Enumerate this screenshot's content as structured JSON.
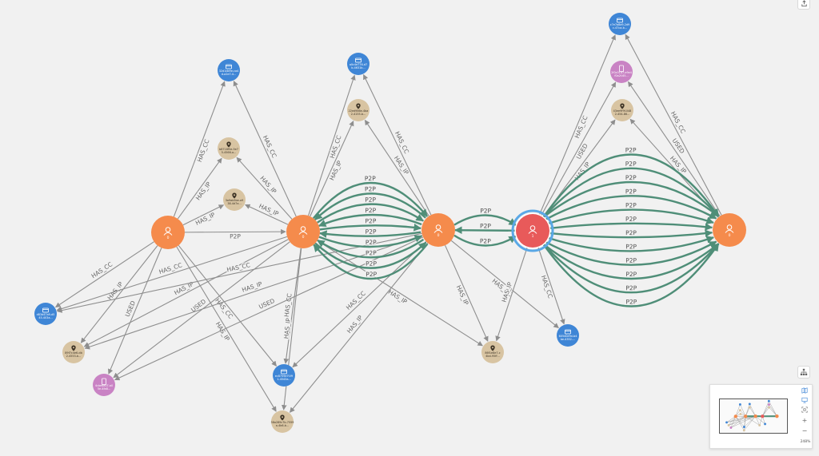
{
  "colors": {
    "person": "#f58b4c",
    "person_selected": "#e85a5a",
    "selected_ring": "#5aa8e6",
    "credit_card": "#3f86d6",
    "ip_address": "#d8c4a2",
    "device": "#c983c4",
    "edge_default": "#8e8e8e",
    "edge_p2p": "#4f8e78"
  },
  "icons": {
    "person": "person-icon",
    "credit_card": "credit-card-icon",
    "ip_address": "location-pin-icon",
    "device": "phone-icon"
  },
  "graph": {
    "nodes": [
      {
        "id": "p0",
        "type": "person",
        "caption": "0"
      },
      {
        "id": "p1",
        "type": "person",
        "caption": "0"
      },
      {
        "id": "p2",
        "type": "person",
        "caption": "0"
      },
      {
        "id": "p3",
        "type": "person",
        "caption": "1",
        "selected": true
      },
      {
        "id": "p4",
        "type": "person",
        "caption": "0"
      },
      {
        "id": "cc1",
        "type": "credit_card",
        "caption": "32d1db9e-ca4 d-a2e7-4..."
      },
      {
        "id": "cc2",
        "type": "credit_card",
        "caption": "a0c4e776-d7 b-4631b..."
      },
      {
        "id": "cc3",
        "type": "credit_card",
        "caption": "c7e7a8a9-2d9 c-47ca-b..."
      },
      {
        "id": "cc4",
        "type": "credit_card",
        "caption": "d83d47a9-d5 45-403a..."
      },
      {
        "id": "cc5",
        "type": "credit_card",
        "caption": "ec8759e7f-f9 1-4543a..."
      },
      {
        "id": "cc6",
        "type": "credit_card",
        "caption": "60540e9d-b4 be-4352-..."
      },
      {
        "id": "ip1",
        "type": "ip_address",
        "caption": "b8718f5e-5e7 5-4566-a..."
      },
      {
        "id": "ip2",
        "type": "ip_address",
        "caption": "3a9ab5be-a9 38-4d7e..."
      },
      {
        "id": "ip3",
        "type": "ip_address",
        "caption": "22ed986e-4ba 2-4155-b..."
      },
      {
        "id": "ip4",
        "type": "ip_address",
        "caption": "43ee9f9f-048 2-454-86..."
      },
      {
        "id": "ip5",
        "type": "ip_address",
        "caption": "89f7c4e6-db 2-4553-b..."
      },
      {
        "id": "ip6",
        "type": "ip_address",
        "caption": "86f1e8e7-c 4bd-95ff..."
      },
      {
        "id": "ip7",
        "type": "ip_address",
        "caption": "38a289c7b-7559 a-4b6-b..."
      },
      {
        "id": "dev1",
        "type": "device",
        "caption": "2f0c01d7-e9e4 f0a2f-65..."
      },
      {
        "id": "dev2",
        "type": "device",
        "caption": "4cbe6e07-a0 5e-4fa8..."
      }
    ],
    "edges": [
      {
        "from": "p0",
        "to": "cc1",
        "label": "HAS_CC"
      },
      {
        "from": "p0",
        "to": "ip1",
        "label": "HAS_IP"
      },
      {
        "from": "p0",
        "to": "ip2",
        "label": "HAS_IP"
      },
      {
        "from": "p0",
        "to": "p1",
        "label": "P2P"
      },
      {
        "from": "p0",
        "to": "cc4",
        "label": "HAS_CC"
      },
      {
        "from": "p0",
        "to": "ip5",
        "label": "HAS_IP"
      },
      {
        "from": "p0",
        "to": "dev2",
        "label": "USED"
      },
      {
        "from": "p0",
        "to": "cc5",
        "label": "HAS_CC"
      },
      {
        "from": "p0",
        "to": "ip7",
        "label": "HAS_IP"
      },
      {
        "from": "p1",
        "to": "cc1",
        "label": "HAS_CC"
      },
      {
        "from": "p1",
        "to": "ip1",
        "label": "HAS_IP"
      },
      {
        "from": "p1",
        "to": "ip2",
        "label": "HAS_IP"
      },
      {
        "from": "p1",
        "to": "cc2",
        "label": "HAS_CC"
      },
      {
        "from": "p1",
        "to": "ip3",
        "label": "HAS_IP"
      },
      {
        "from": "p1",
        "to": "cc4",
        "label": "HAS_CC"
      },
      {
        "from": "p1",
        "to": "ip5",
        "label": "HAS_IP"
      },
      {
        "from": "p1",
        "to": "dev2",
        "label": "USED"
      },
      {
        "from": "p1",
        "to": "cc5",
        "label": "HAS_CC"
      },
      {
        "from": "p1",
        "to": "ip7",
        "label": "HAS_IP"
      },
      {
        "from": "p1",
        "to": "ip6",
        "label": "HAS_IP"
      },
      {
        "from": "p2",
        "to": "cc2",
        "label": "HAS_CC"
      },
      {
        "from": "p2",
        "to": "ip3",
        "label": "HAS_IP"
      },
      {
        "from": "p2",
        "to": "cc4",
        "label": "HAS_CC"
      },
      {
        "from": "p2",
        "to": "ip5",
        "label": "HAS_IP"
      },
      {
        "from": "p2",
        "to": "dev2",
        "label": "USED"
      },
      {
        "from": "p2",
        "to": "cc5",
        "label": "HAS_CC"
      },
      {
        "from": "p2",
        "to": "ip7",
        "label": "HAS_IP"
      },
      {
        "from": "p2",
        "to": "ip6",
        "label": "HAS_IP"
      },
      {
        "from": "p2",
        "to": "cc6",
        "label": "HAS_CC"
      },
      {
        "from": "p3",
        "to": "ip6",
        "label": "HAS_IP"
      },
      {
        "from": "p3",
        "to": "cc6",
        "label": "HAS_CC"
      },
      {
        "from": "p3",
        "to": "cc3",
        "label": "HAS_CC"
      },
      {
        "from": "p3",
        "to": "ip4",
        "label": "HAS_IP"
      },
      {
        "from": "p3",
        "to": "dev1",
        "label": "USED"
      },
      {
        "from": "p4",
        "to": "cc3",
        "label": "HAS_CC"
      },
      {
        "from": "p4",
        "to": "dev1",
        "label": "USED"
      },
      {
        "from": "p4",
        "to": "ip4",
        "label": "HAS_IP"
      }
    ],
    "p2p_bundles": [
      {
        "from": "p1",
        "to": "p2",
        "count": 10,
        "label": "P2P"
      },
      {
        "from": "p2",
        "to": "p3",
        "count": 3,
        "label": "P2P"
      },
      {
        "from": "p3",
        "to": "p4",
        "count": 12,
        "label": "P2P"
      }
    ]
  },
  "minimap": {
    "zoom_level": "248%"
  }
}
